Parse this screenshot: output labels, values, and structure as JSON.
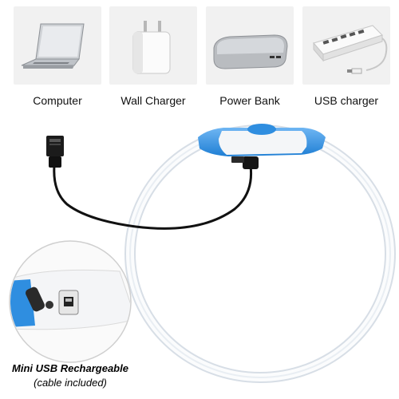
{
  "sources": [
    {
      "label": "Computer",
      "icon": "laptop-icon"
    },
    {
      "label": "Wall Charger",
      "icon": "wall-charger-icon"
    },
    {
      "label": "Power Bank",
      "icon": "power-bank-icon"
    },
    {
      "label": "USB charger",
      "icon": "usb-hub-icon"
    }
  ],
  "product": {
    "caption_title": "Mini USB Rechargeable",
    "caption_subtitle": "(cable included)"
  },
  "colors": {
    "collar_blue": "#2f8ee0",
    "collar_white": "#f7f9fb",
    "cable": "#111111",
    "card_bg": "#f1f1f1"
  }
}
